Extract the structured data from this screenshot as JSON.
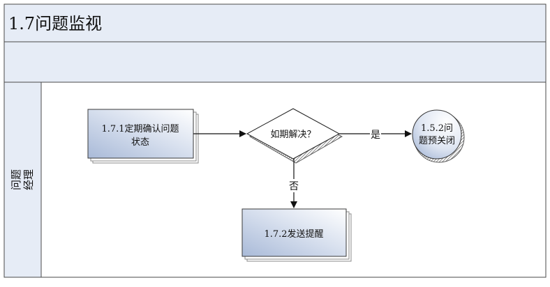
{
  "title": "1.7问题监视",
  "subtitle_band": "",
  "lane": {
    "label_line1": "问题",
    "label_line2": "经理"
  },
  "nodes": {
    "confirm_status": {
      "line1": "1.7.1定期确认问题",
      "line2": "状态"
    },
    "decision": {
      "text": "如期解决？"
    },
    "pre_close": {
      "line1": "1.5.2问",
      "line2": "题预关闭"
    },
    "send_reminder": {
      "text": "1.7.2发送提醒"
    }
  },
  "edges": {
    "yes_label": "是",
    "no_label": "否"
  },
  "colors": {
    "header_fill": "#e6ecf6",
    "border": "#4a4a4a",
    "node_grad_dark": "#a9bad8",
    "node_grad_light": "#ffffff",
    "shadow": "#8a8a8a"
  }
}
